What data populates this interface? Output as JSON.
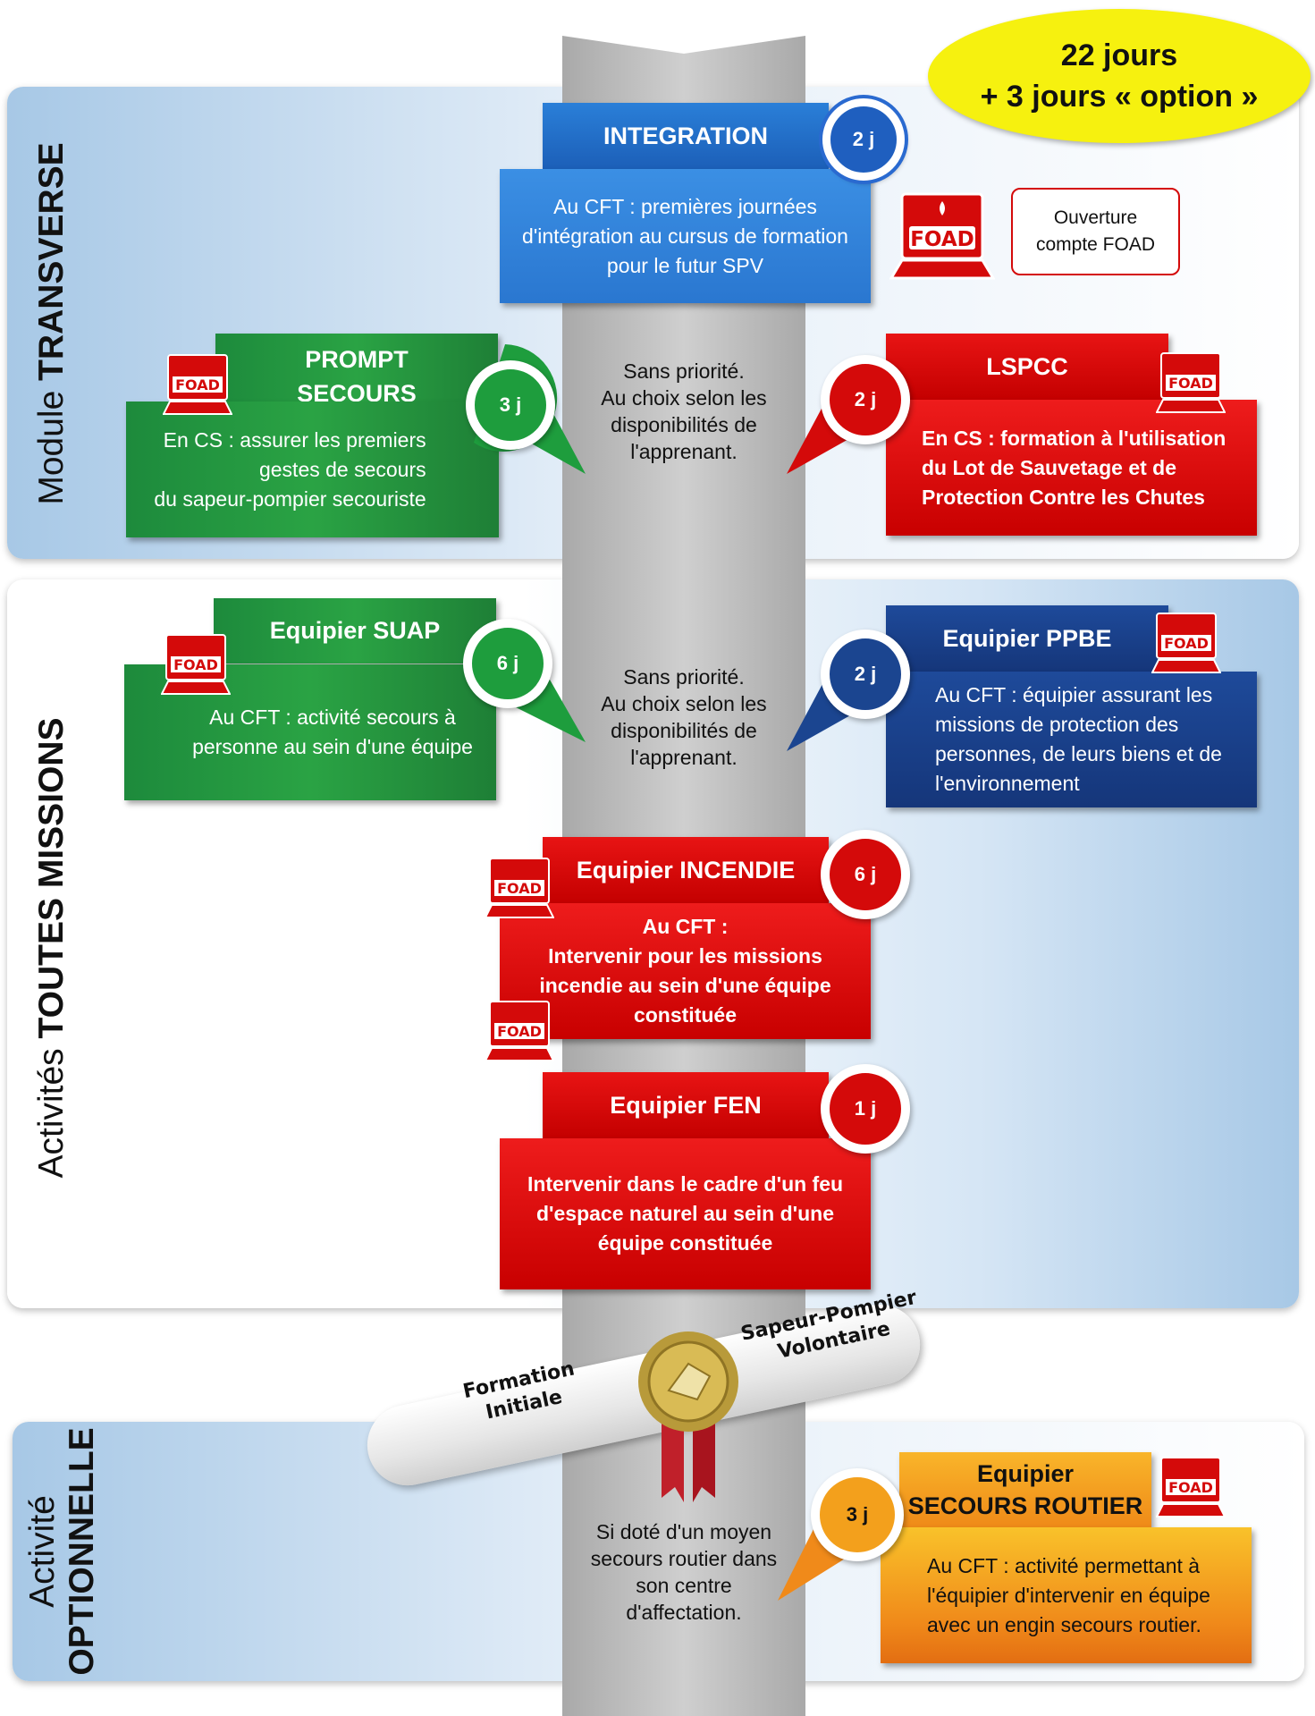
{
  "header": {
    "total_line1": "22 jours",
    "total_line2": "+ 3 jours « option »"
  },
  "sections": {
    "transverse": {
      "prefix": "Module",
      "strong": "TRANSVERSE"
    },
    "missions": {
      "prefix": "Activités",
      "strong": "TOUTES MISSIONS"
    },
    "optional": {
      "line1": "Activité",
      "line2": "OPTIONNELLE"
    }
  },
  "foad_label": "FOAD",
  "foad_account": {
    "line1": "Ouverture",
    "line2": "compte FOAD"
  },
  "spine_notes": {
    "transverse": [
      "Sans priorité.",
      "Au choix selon les",
      "disponibilités de",
      "l'apprenant."
    ],
    "missions": [
      "Sans priorité.",
      "Au choix selon les",
      "disponibilités de",
      "l'apprenant."
    ],
    "optional": [
      "Si doté d'un moyen",
      "secours routier dans",
      "son centre",
      "d'affectation."
    ]
  },
  "modules": {
    "integration": {
      "title": "INTEGRATION",
      "days": "2 j",
      "desc": [
        "Au CFT : premières journées",
        "d'intégration au cursus de formation",
        "pour le futur SPV"
      ]
    },
    "prompt_secours": {
      "title1": "PROMPT",
      "title2": "SECOURS",
      "days": "3 j",
      "desc": [
        "En CS : assurer les premiers",
        "gestes de secours",
        "du sapeur-pompier secouriste"
      ]
    },
    "lspcc": {
      "title": "LSPCC",
      "days": "2 j",
      "desc": [
        "En CS : formation à l'utilisation",
        "du Lot de Sauvetage et de",
        "Protection Contre les Chutes"
      ]
    },
    "suap": {
      "title": "Equipier SUAP",
      "days": "6 j",
      "desc": [
        "Au CFT : activité secours à",
        "personne au sein d'une équipe"
      ]
    },
    "ppbe": {
      "title": "Equipier PPBE",
      "days": "2 j",
      "desc": [
        "Au CFT : équipier assurant les",
        "missions de protection des",
        "personnes, de leurs biens et de",
        "l'environnement"
      ]
    },
    "incendie": {
      "title": "Equipier INCENDIE",
      "days": "6 j",
      "desc": [
        "Au CFT :",
        "Intervenir pour les missions",
        "incendie au sein d'une équipe",
        "constituée"
      ]
    },
    "fen": {
      "title": "Equipier FEN",
      "days": "1 j",
      "desc": [
        "Intervenir dans le cadre d'un feu",
        "d'espace naturel au sein d'une",
        "équipe constituée"
      ]
    },
    "secours_routier": {
      "title1": "Equipier",
      "title2": "SECOURS ROUTIER",
      "days": "3 j",
      "desc": [
        "Au CFT : activité permettant à",
        "l'équipier d'intervenir en équipe",
        "avec un engin secours routier."
      ]
    }
  },
  "diploma": {
    "left1": "Formation",
    "left2": "Initiale",
    "right1": "Sapeur-Pompier",
    "right2": "Volontaire"
  },
  "colors": {
    "red": "#d40a0a",
    "green": "#239b3f",
    "blue": "#2a7fd8",
    "navy": "#1b4590",
    "orange": "#f0901a",
    "yellow": "#f6f10f"
  }
}
